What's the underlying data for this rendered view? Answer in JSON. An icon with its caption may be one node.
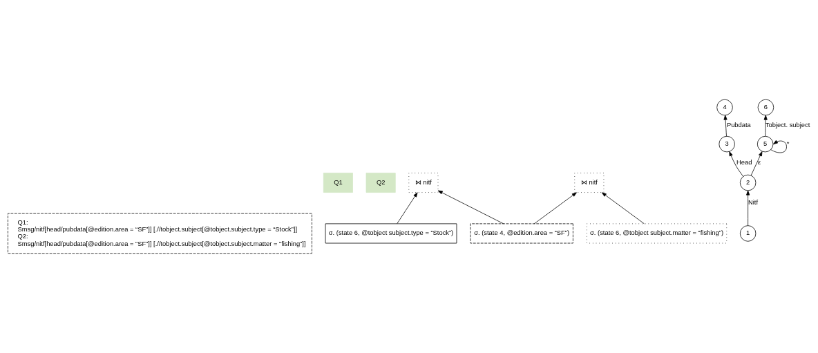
{
  "diagram": {
    "nodes": [
      {
        "text": [
          "Q1:",
          "Smsg/nitf[head/pubdata[@edition.area = “SF”]] [.//tobject.subject[@tobject.subject.type = “Stock”]]",
          "Q2:",
          "Smsg/nitf[head/pubdata[@edition.area = “SF”]] [.//tobject.subject[@tobject.subject.matter = “fishing”]]"
        ]
      },
      {
        "text": [
          "Q1"
        ]
      },
      {
        "text": [
          "Q2"
        ]
      },
      {
        "text": [
          "⋈ nitf"
        ]
      },
      {
        "text": [
          "⋈ nitf"
        ]
      },
      {
        "text": [
          "σ. (state 6, @tobject subject.matter = “fishing”)"
        ]
      },
      {
        "text": [
          "σ. (state 4, @edition.area = “SF”)"
        ]
      },
      {
        "text": [
          "σ. (state 6, @tobject subject.type = “Stock”)"
        ]
      },
      {
        "text": [
          "4"
        ]
      },
      {
        "text": [
          "6"
        ]
      },
      {
        "text": [
          "3"
        ]
      },
      {
        "text": [
          "5"
        ]
      },
      {
        "text": [
          "2"
        ]
      },
      {
        "text": [
          "1"
        ]
      }
    ],
    "edges": [
      {
        "from": 6,
        "to": 3,
        "arrow": "to"
      },
      {
        "from": 6,
        "to": 4,
        "arrow": "to"
      },
      {
        "from": 7,
        "to": 3,
        "arrow": "to"
      },
      {
        "from": 5,
        "to": 4,
        "arrow": "to"
      },
      {
        "from": 13,
        "to": 12,
        "arrow": "to",
        "label": "Nitf"
      },
      {
        "from": 12,
        "to": 10,
        "arrow": "to",
        "label": "Head"
      },
      {
        "from": 12,
        "to": 11,
        "arrow": "to",
        "label": "ε"
      },
      {
        "from": 10,
        "to": 8,
        "arrow": "to",
        "label": "Pubdata"
      },
      {
        "from": 11,
        "to": 9,
        "arrow": "to",
        "label": "Tobject. subject"
      },
      {
        "from": 11,
        "to": 11,
        "arrow": "to",
        "label": "*"
      }
    ]
  }
}
